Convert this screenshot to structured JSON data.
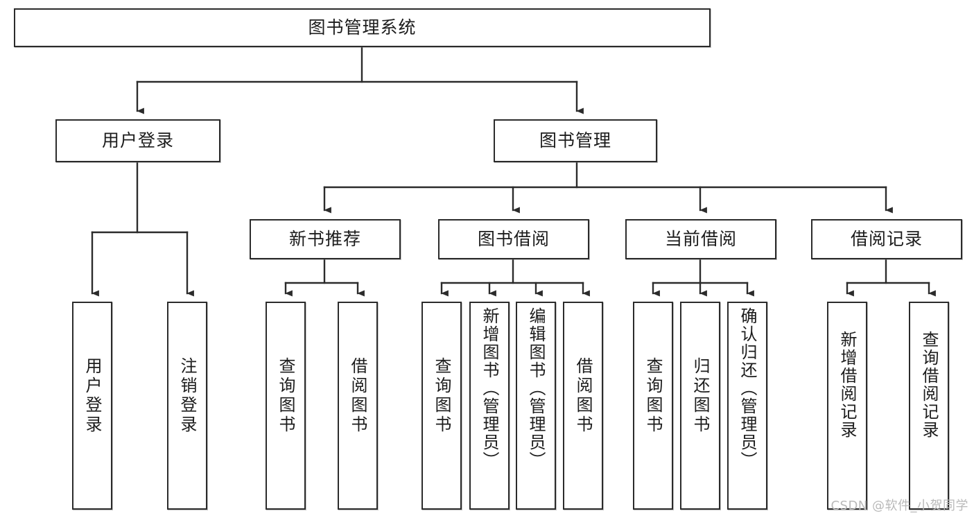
{
  "diagram": {
    "title": "图书管理系统",
    "type": "tree-hierarchy-diagram",
    "colors": {
      "box_border": "#2b2b2b",
      "box_fill": "#ffffff",
      "edge": "#2b2b2b",
      "text": "#1c1c1c",
      "watermark": "#b9b9b9",
      "background": "#ffffff"
    }
  },
  "root": {
    "label": "图书管理系统"
  },
  "level2": [
    {
      "label": "用户登录"
    },
    {
      "label": "图书管理"
    }
  ],
  "level3": [
    {
      "label": "新书推荐"
    },
    {
      "label": "图书借阅"
    },
    {
      "label": "当前借阅"
    },
    {
      "label": "借阅记录"
    }
  ],
  "leaves": {
    "user_login": [
      {
        "label": "用户登录"
      },
      {
        "label": "注销登录"
      }
    ],
    "new_book": [
      {
        "label": "查询图书"
      },
      {
        "label": "借阅图书"
      }
    ],
    "book_borrow": [
      {
        "label": "查询图书"
      },
      {
        "label": "新增图书（管理员）"
      },
      {
        "label": "编辑图书（管理员）"
      },
      {
        "label": "借阅图书"
      }
    ],
    "current_borrow": [
      {
        "label": "查询图书"
      },
      {
        "label": "归还图书"
      },
      {
        "label": "确认归还（管理员）"
      }
    ],
    "borrow_record": [
      {
        "label": "新增借阅记录"
      },
      {
        "label": "查询借阅记录"
      }
    ]
  },
  "watermark": {
    "text": "CSDN @软件_小贺同学"
  }
}
